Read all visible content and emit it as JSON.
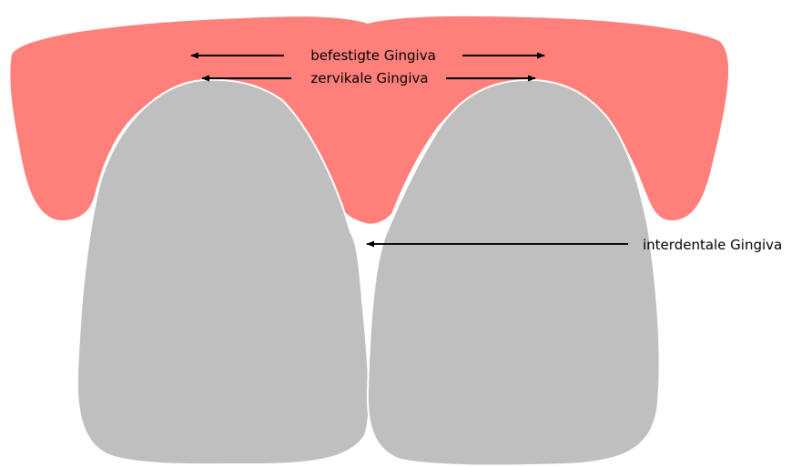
{
  "labels": {
    "befestigte": "befestigte Gingiva",
    "zervikale": "zervikale Gingiva",
    "interdentale": "interdentale Gingiva"
  },
  "colors": {
    "gingiva": "#ff7f7a",
    "tooth": "#bfbfbf",
    "tooth_edge": "#ffffff",
    "arrow": "#000000",
    "background": "#ffffff"
  }
}
